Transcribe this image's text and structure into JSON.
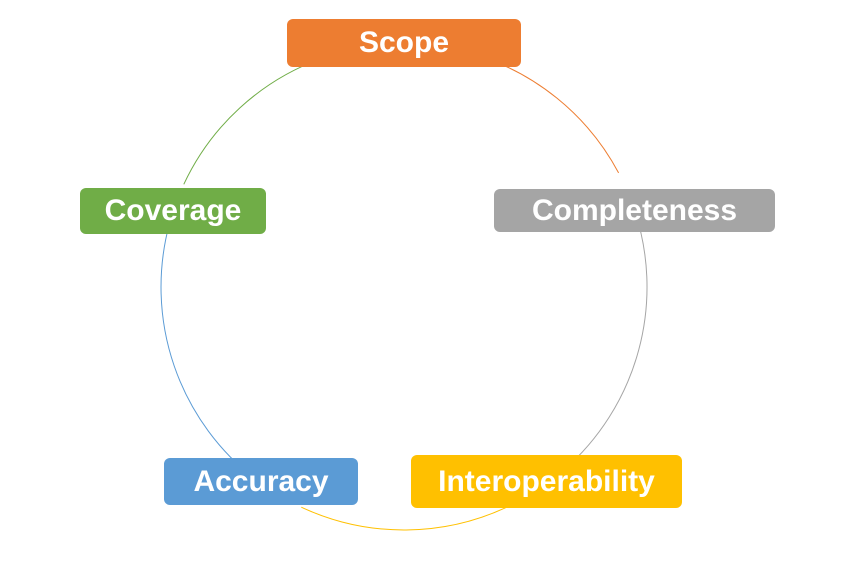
{
  "diagram": {
    "nodes": [
      {
        "id": "scope",
        "label": "Scope",
        "color": "#ED7D31"
      },
      {
        "id": "completeness",
        "label": "Completeness",
        "color": "#A5A5A5"
      },
      {
        "id": "interoperability",
        "label": "Interoperability",
        "color": "#FFC000"
      },
      {
        "id": "accuracy",
        "label": "Accuracy",
        "color": "#5B9BD5"
      },
      {
        "id": "coverage",
        "label": "Coverage",
        "color": "#70AD47"
      }
    ],
    "arcs": [
      {
        "from": "scope",
        "to": "completeness",
        "color": "#ED7D31"
      },
      {
        "from": "completeness",
        "to": "interoperability",
        "color": "#A5A5A5"
      },
      {
        "from": "interoperability",
        "to": "accuracy",
        "color": "#FFC000"
      },
      {
        "from": "accuracy",
        "to": "coverage",
        "color": "#5B9BD5"
      },
      {
        "from": "coverage",
        "to": "scope",
        "color": "#70AD47"
      }
    ]
  }
}
